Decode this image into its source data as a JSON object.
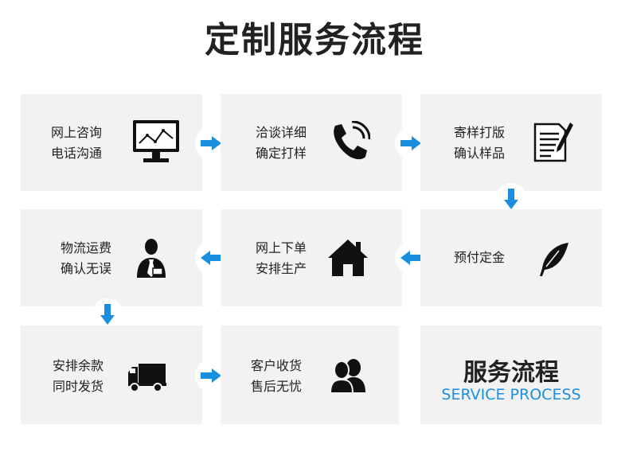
{
  "title": "定制服务流程",
  "accent_color": "#1a8fe0",
  "steps": [
    {
      "line1": "网上咨询",
      "line2": "电话沟通",
      "icon": "monitor-chart-icon"
    },
    {
      "line1": "洽谈详细",
      "line2": "确定打样",
      "icon": "phone-icon"
    },
    {
      "line1": "寄样打版",
      "line2": "确认样品",
      "icon": "document-pen-icon"
    },
    {
      "line1": "预付定金",
      "line2": "",
      "icon": "feather-quill-icon"
    },
    {
      "line1": "网上下单",
      "line2": "安排生产",
      "icon": "house-icon"
    },
    {
      "line1": "物流运费",
      "line2": "确认无误",
      "icon": "user-tie-icon"
    },
    {
      "line1": "安排余款",
      "line2": "同时发货",
      "icon": "truck-icon"
    },
    {
      "line1": "客户收货",
      "line2": "售后无忧",
      "icon": "customers-icon"
    }
  ],
  "summary": {
    "title": "服务流程",
    "subtitle": "SERVICE PROCESS"
  }
}
